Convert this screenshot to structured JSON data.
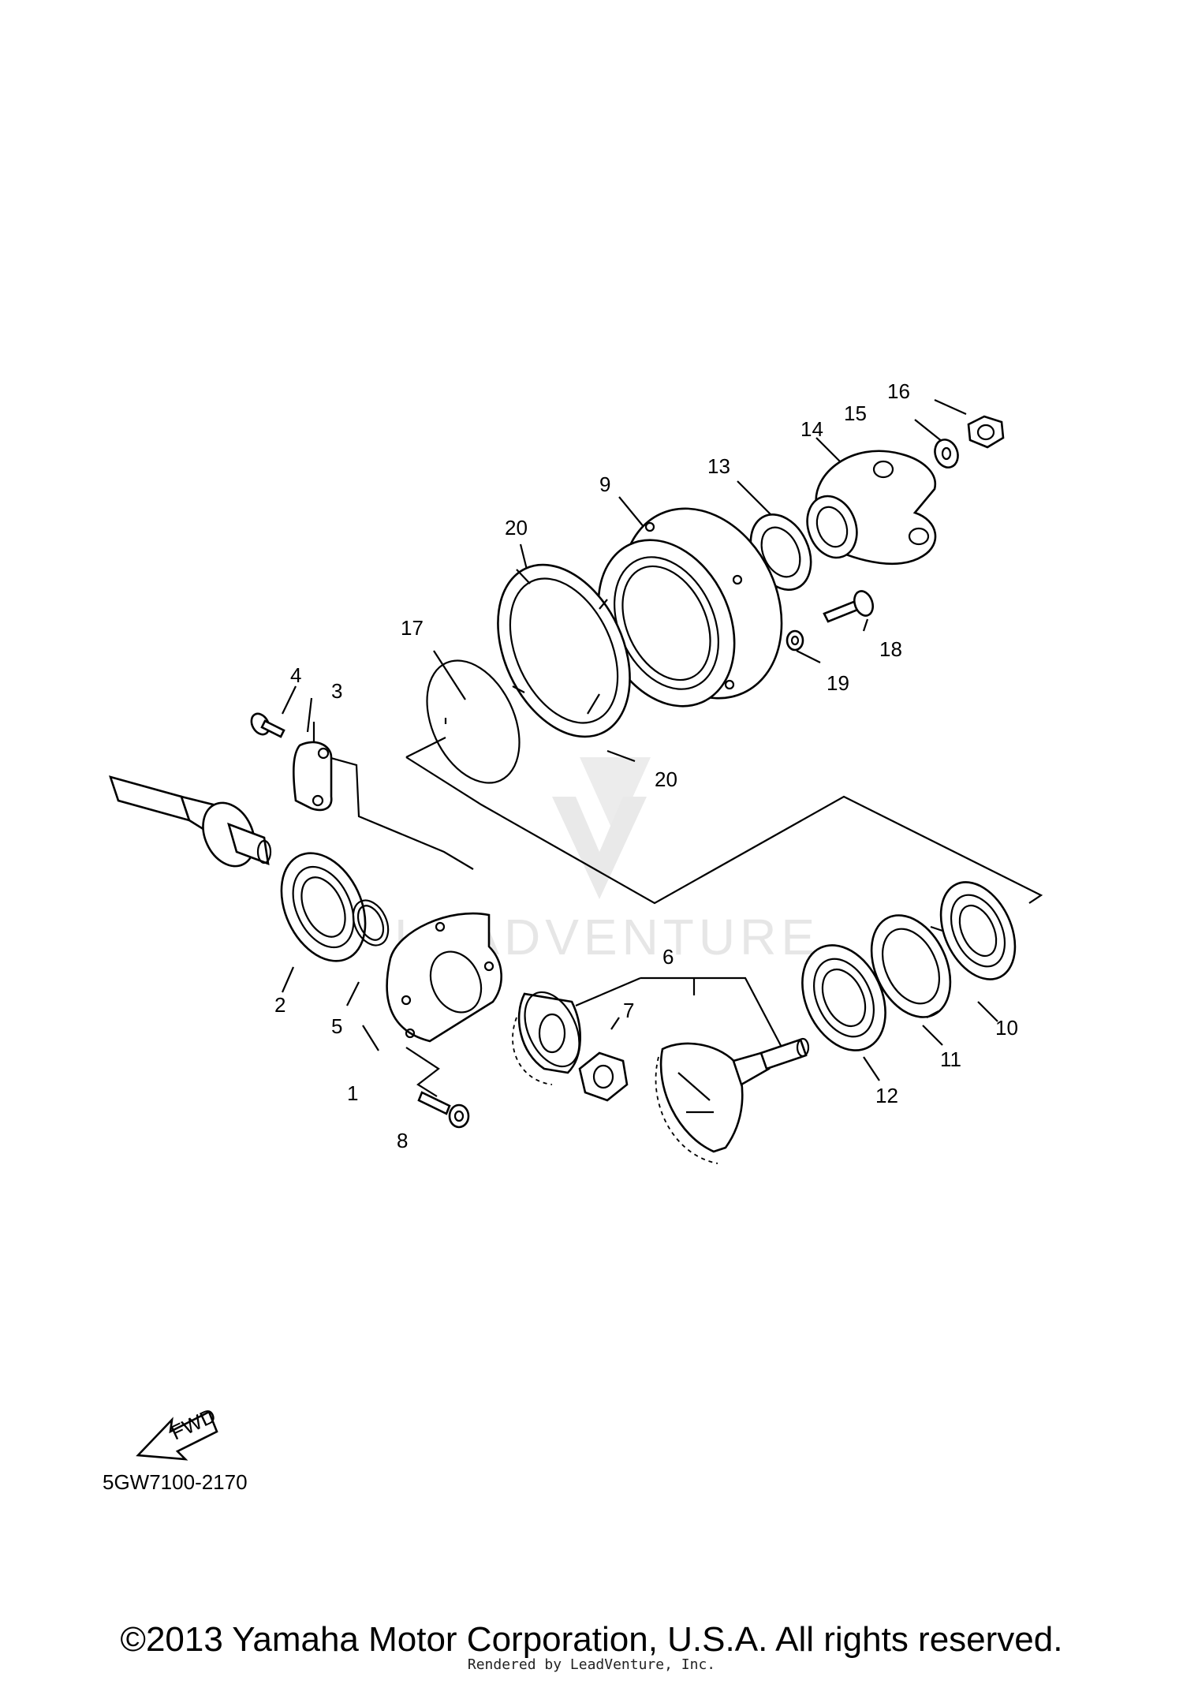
{
  "diagram": {
    "callouts": [
      {
        "id": "c1",
        "label": "1"
      },
      {
        "id": "c2",
        "label": "2"
      },
      {
        "id": "c3",
        "label": "3"
      },
      {
        "id": "c4",
        "label": "4"
      },
      {
        "id": "c5",
        "label": "5"
      },
      {
        "id": "c6",
        "label": "6"
      },
      {
        "id": "c7",
        "label": "7"
      },
      {
        "id": "c8",
        "label": "8"
      },
      {
        "id": "c9",
        "label": "9"
      },
      {
        "id": "c10",
        "label": "10"
      },
      {
        "id": "c11",
        "label": "11"
      },
      {
        "id": "c12",
        "label": "12"
      },
      {
        "id": "c13",
        "label": "13"
      },
      {
        "id": "c14",
        "label": "14"
      },
      {
        "id": "c15",
        "label": "15"
      },
      {
        "id": "c16",
        "label": "16"
      },
      {
        "id": "c17",
        "label": "17"
      },
      {
        "id": "c18",
        "label": "18"
      },
      {
        "id": "c19",
        "label": "19"
      },
      {
        "id": "c20a",
        "label": "20"
      },
      {
        "id": "c20b",
        "label": "20"
      }
    ],
    "fwd_label": "FWD",
    "watermark": "LEADVENTURE",
    "part_code": "5GW7100-2170"
  },
  "footer": {
    "copyright": "©2013 Yamaha Motor Corporation, U.S.A. All rights reserved.",
    "rendered_by": "Rendered by LeadVenture, Inc."
  }
}
